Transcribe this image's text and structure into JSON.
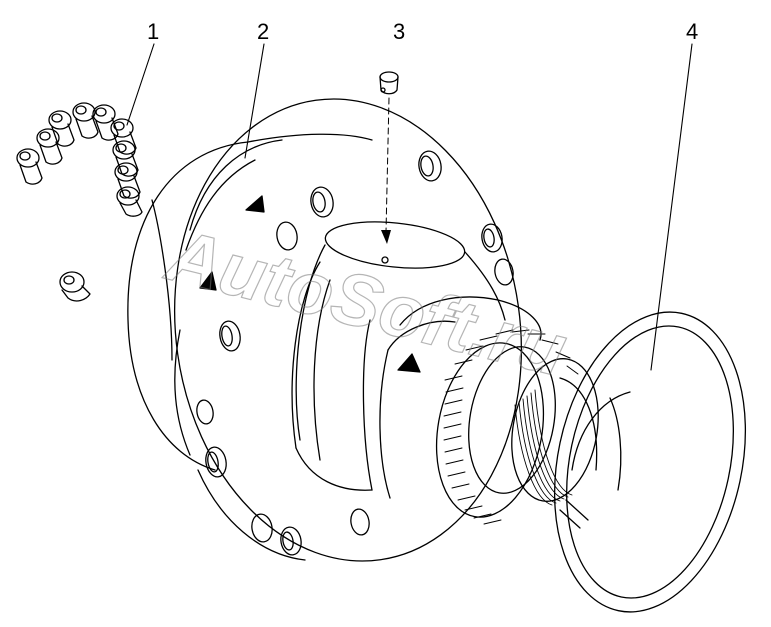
{
  "callouts": [
    {
      "label": "1",
      "part": "set-screws"
    },
    {
      "label": "2",
      "part": "hub"
    },
    {
      "label": "3",
      "part": "plug"
    },
    {
      "label": "4",
      "part": "retaining-ring"
    }
  ],
  "watermark": "AutoSoft.ru",
  "colors": {
    "line": "#000000",
    "background": "#ffffff",
    "watermark": "#8a8a8a"
  }
}
